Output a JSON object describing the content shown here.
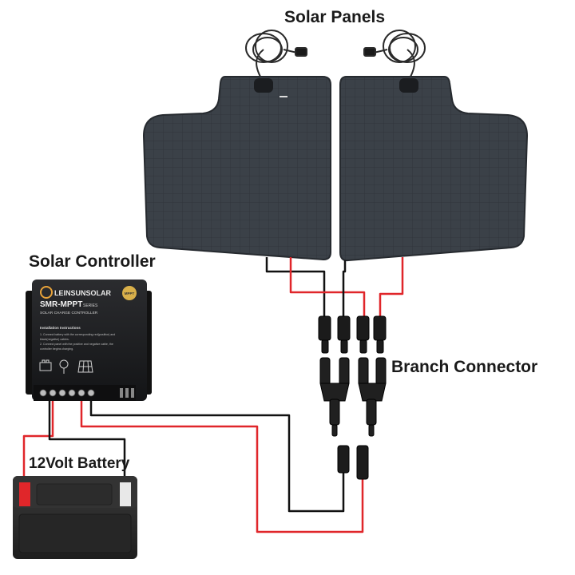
{
  "labels": {
    "solar_panels": "Solar Panels",
    "solar_controller": "Solar Controller",
    "branch_connector": "Branch Connector",
    "battery": "12Volt Battery"
  },
  "controller": {
    "brand": "LEINSUNSOLAR",
    "model": "SMR-MPPT",
    "model_suffix": "SERIES",
    "subtitle": "SOLAR CHARGE CONTROLLER",
    "badge": "MPPT",
    "instructions_title": "Installation Instructions",
    "instructions": [
      "1. Connect battery with the corresponding red(positive) and",
      "black(negative) cables.",
      "2. Connect panel with the positive and negative cable, the",
      "controller begins charging."
    ]
  },
  "colors": {
    "positive_wire": "#e0262a",
    "negative_wire": "#111111",
    "panel": "#3a4047",
    "controller_body": "#1c1d1f",
    "battery_body": "#2a2a2a",
    "accent_orange": "#e8a33a"
  },
  "icons": {
    "battery": "battery-icon",
    "lightbulb": "lightbulb-icon",
    "solar_panel": "solar-panel-icon"
  }
}
